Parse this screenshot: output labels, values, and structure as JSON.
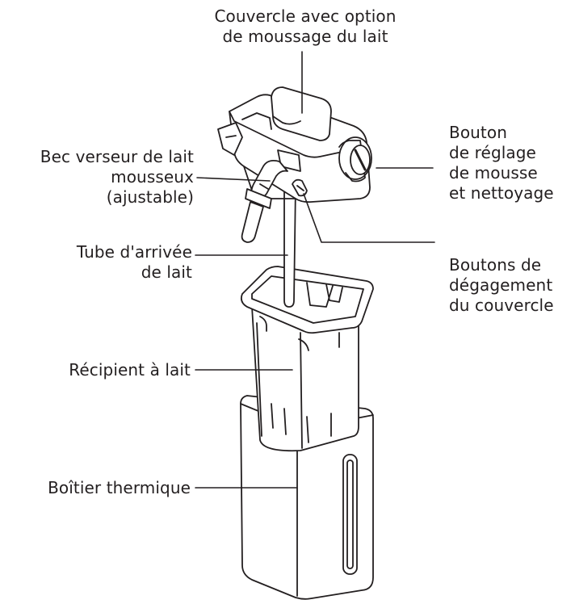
{
  "labels": {
    "lid": [
      "Couvercle avec option",
      "de moussage du lait"
    ],
    "spout": [
      "Bec verseur de lait",
      "mousseux",
      "(ajustable)"
    ],
    "knob": [
      "Bouton",
      "de réglage",
      "de mousse",
      "et nettoyage"
    ],
    "tube": [
      "Tube d'arrivée",
      "de lait"
    ],
    "release": [
      "Boutons de",
      "dégagement",
      "du couvercle"
    ],
    "container": [
      "Récipient à lait"
    ],
    "housing": [
      "Boîtier thermique"
    ]
  },
  "colors": {
    "line": "#231f20",
    "text": "#231f20",
    "background": "#ffffff"
  }
}
